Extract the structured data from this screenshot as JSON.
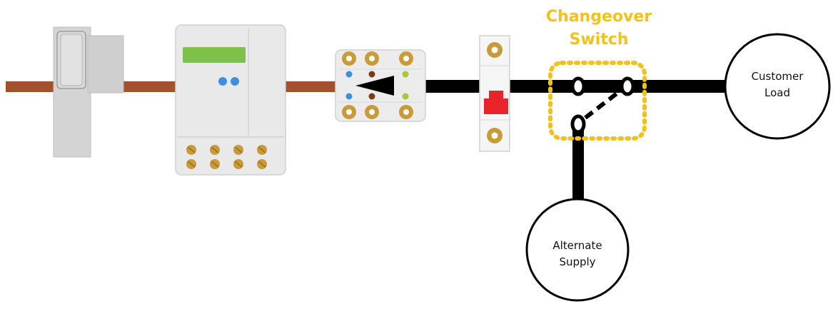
{
  "labels": {
    "changeover_line1": "Changeover",
    "changeover_line2": "Switch",
    "customer_line1": "Customer",
    "customer_line2": "Load",
    "alternate_line1": "Alternate",
    "alternate_line2": "Supply"
  },
  "colors": {
    "service_cable": "#a0522d",
    "main_conductor": "#000000",
    "switch_outline": "#f2c11c",
    "breaker": "#e8232a",
    "display": "#7dc14a",
    "terminal": "#c79a3a",
    "led": "#3d8fe0"
  }
}
